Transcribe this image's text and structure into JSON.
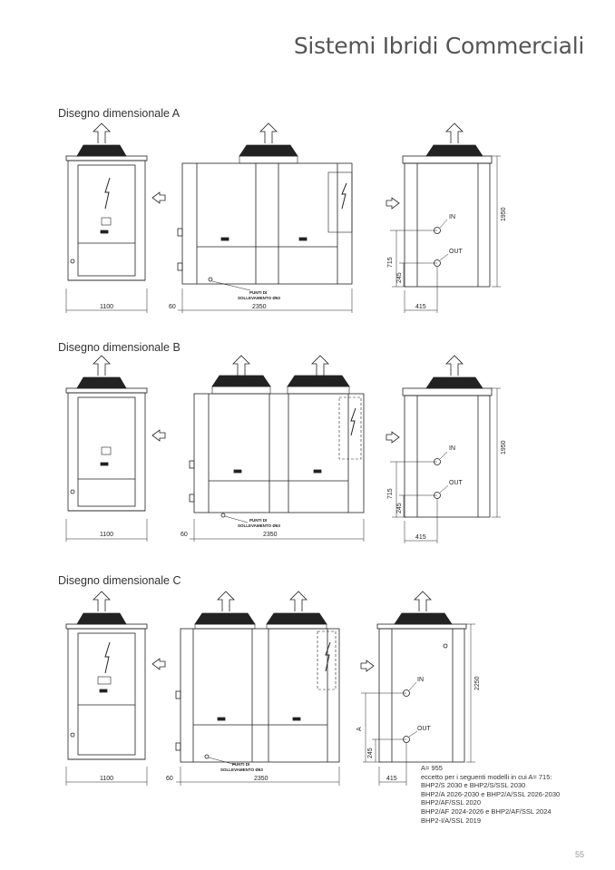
{
  "header": {
    "title": "Sistemi Ibridi Commerciali"
  },
  "sections": [
    {
      "title": "Disegno dimensionale A",
      "dims": {
        "front_width": "1100",
        "side_width": "2350",
        "base": "60",
        "height": "1950",
        "in_height": "715",
        "out_height": "245",
        "connection_offset": "415"
      },
      "labels": {
        "lifting_1": "PUNTI DI",
        "lifting_2": "SOLLEVAMENTO Ø63",
        "in": "IN",
        "out": "OUT"
      }
    },
    {
      "title": "Disegno dimensionale B",
      "dims": {
        "front_width": "1100",
        "side_width": "2350",
        "base": "60",
        "height": "1950",
        "in_height": "715",
        "out_height": "245",
        "connection_offset": "415"
      },
      "labels": {
        "lifting_1": "PUNTI DI",
        "lifting_2": "SOLLEVAMENTO Ø63",
        "in": "IN",
        "out": "OUT"
      }
    },
    {
      "title": "Disegno dimensionale C",
      "dims": {
        "front_width": "1100",
        "side_width": "2350",
        "base": "60",
        "height": "2250",
        "in_height": "A",
        "out_height": "245",
        "connection_offset": "415"
      },
      "labels": {
        "lifting_1": "PUNTI DI",
        "lifting_2": "SOLLEVAMENTO Ø63",
        "in": "IN",
        "out": "OUT"
      }
    }
  ],
  "note_c": {
    "lines": [
      "A= 955",
      "eccetto per i seguenti modelli in cui A= 715:",
      "BHP2/S 2030 e BHP2/S/SSL 2030",
      "BHP2/A 2026-2030 e BHP2/A/SSL 2026-2030",
      "BHP2/AF/SSL 2020",
      "BHP2/AF 2024-2026 e BHP2/AF/SSL 2024",
      "BHP2-I/A/SSL 2019"
    ]
  },
  "page": {
    "number": "55"
  }
}
